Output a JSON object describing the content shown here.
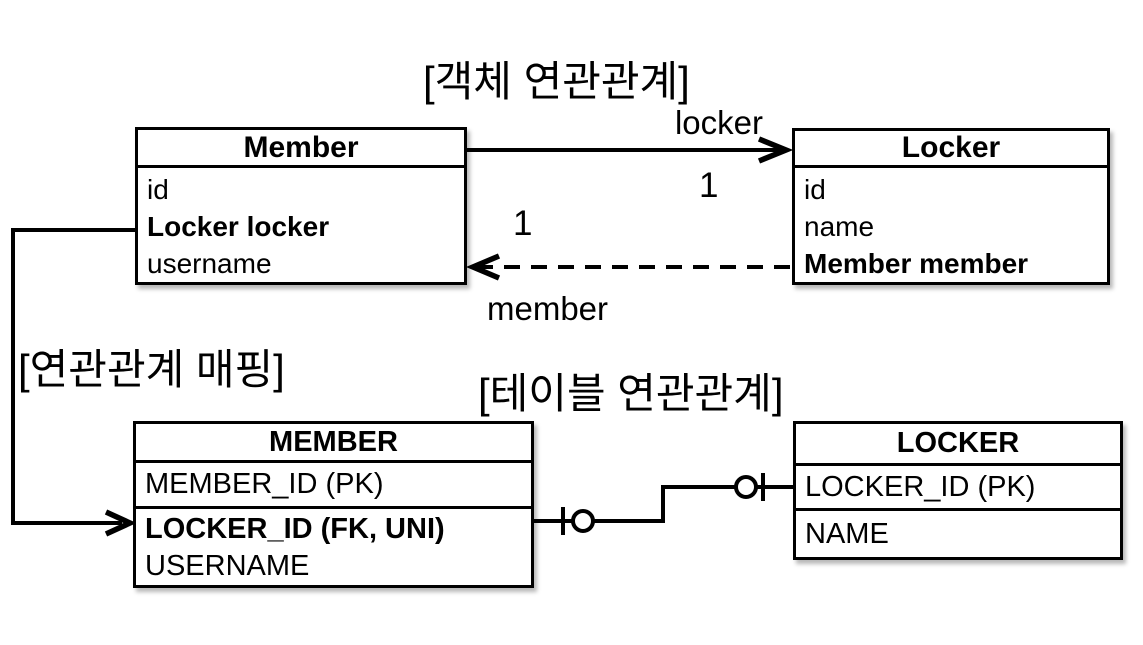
{
  "diagram": {
    "section_labels": {
      "object_association": "[객체 연관관계]",
      "mapping": "[연관관계 매핑]",
      "table_association": "[테이블 연관관계]"
    },
    "object_model": {
      "member_class": {
        "title": "Member",
        "fields": [
          "id",
          "Locker locker",
          "username"
        ]
      },
      "locker_class": {
        "title": "Locker",
        "fields": [
          "id",
          "name",
          "Member member"
        ]
      }
    },
    "table_model": {
      "member_table": {
        "title": "MEMBER",
        "pk_row": "MEMBER_ID (PK)",
        "rows": [
          "LOCKER_ID (FK, UNI)",
          "USERNAME"
        ]
      },
      "locker_table": {
        "title": "LOCKER",
        "pk_row": "LOCKER_ID (PK)",
        "rows": [
          "NAME"
        ]
      }
    },
    "relations": {
      "locker_reference_label": "locker",
      "member_reference_label": "member",
      "locker_side_multiplicity": "1",
      "member_side_multiplicity": "1"
    },
    "colors": {
      "line": "#000000",
      "background": "#ffffff",
      "text": "#000000"
    }
  }
}
